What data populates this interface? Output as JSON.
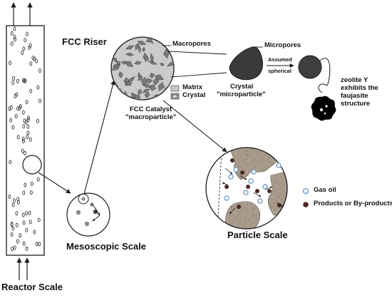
{
  "labels": {
    "fcc_riser": "FCC Riser",
    "reactor_scale": "Reactor Scale",
    "mesoscopic_scale": "Mesoscopic Scale",
    "particle_scale": "Particle Scale",
    "macropores": "Macropores",
    "micropores": "Micropores",
    "fcc_catalyst": "FCC  Catalyst",
    "macroparticle": "\"macroparticle\"",
    "crystal": "Crystal",
    "microparticle": "\"microparticle\"",
    "matrix": "Matrix",
    "crystal_legend": "Crystal",
    "assumed": "Assumed",
    "spherical": "spherical",
    "zeolite_note": "zeolite Y exhibits the faujasite structure",
    "gas_oil": "Gas oil",
    "products": "Products or By-products"
  },
  "colors": {
    "line": "#1a1a1a",
    "crystal_dark": "#3a3a3a",
    "catalyst_fill": "#c9c9c9",
    "matrix_speckle": "#a08f7d",
    "gas_oil": "#9bb6d6",
    "products": "#4a2a22",
    "zeolite": "#000000"
  },
  "icons": [
    "up-arrow-icon",
    "zeolite-cage-icon"
  ]
}
